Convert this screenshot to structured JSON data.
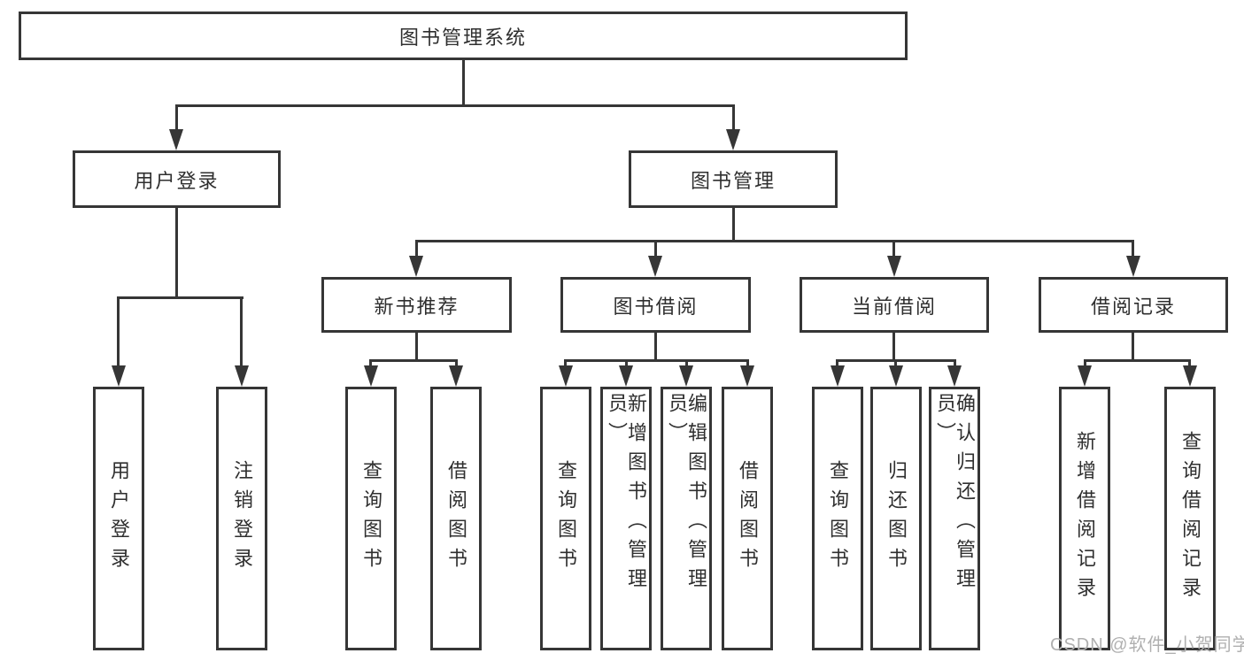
{
  "diagram": {
    "root": {
      "label": "图书管理系统"
    },
    "level2": [
      {
        "label": "用户登录",
        "children": [
          {
            "label": "用户登录"
          },
          {
            "label": "注销登录"
          }
        ]
      },
      {
        "label": "图书管理",
        "groups": [
          {
            "label": "新书推荐",
            "children": [
              {
                "label": "查询图书"
              },
              {
                "label": "借阅图书"
              }
            ]
          },
          {
            "label": "图书借阅",
            "children": [
              {
                "label": "查询图书"
              },
              {
                "label": "新增图书（管理员）"
              },
              {
                "label": "编辑图书（管理员）"
              },
              {
                "label": "借阅图书"
              }
            ]
          },
          {
            "label": "当前借阅",
            "children": [
              {
                "label": "查询图书"
              },
              {
                "label": "归还图书"
              },
              {
                "label": "确认归还（管理员）"
              }
            ]
          },
          {
            "label": "借阅记录",
            "children": [
              {
                "label": "新增借阅记录"
              },
              {
                "label": "查询借阅记录"
              }
            ]
          }
        ]
      }
    ]
  },
  "watermark": {
    "text": "CSDN @软件_小贺同学"
  },
  "colors": {
    "line": "#363636",
    "text": "#2f2f2f",
    "watermark": "#b0b0b0",
    "background": "#ffffff"
  }
}
